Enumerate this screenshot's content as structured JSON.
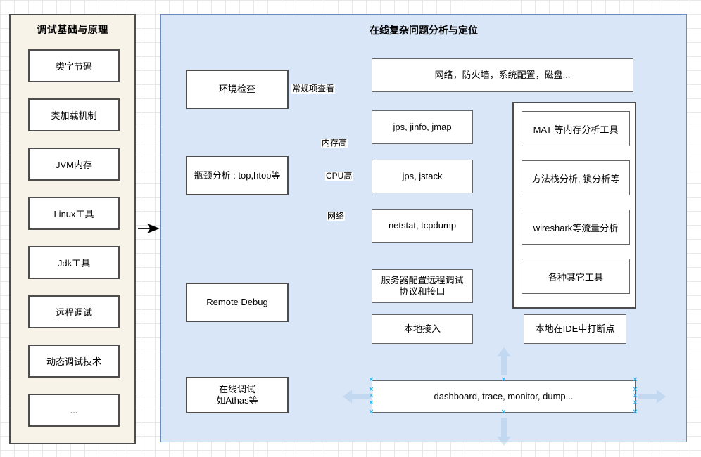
{
  "sidebar": {
    "title": "调试基础与原理",
    "items": [
      {
        "label": "类字节码"
      },
      {
        "label": "类加载机制"
      },
      {
        "label": "JVM内存"
      },
      {
        "label": "Linux工具"
      },
      {
        "label": "Jdk工具"
      },
      {
        "label": "远程调试"
      },
      {
        "label": "动态调试技术"
      },
      {
        "label": "..."
      }
    ]
  },
  "main": {
    "title": "在线复杂问题分析与定位",
    "nodes": {
      "env_check": "环境检查",
      "env_result": "网络，防火墙，系统配置，磁盘...",
      "bottleneck": "瓶颈分析 : top,htop等",
      "mem_tools": "jps, jinfo, jmap",
      "cpu_tools": "jps, jstack",
      "net_tools": "netstat, tcpdump",
      "remote_debug": "Remote Debug",
      "server_cfg": "服务器配置远程调试\n协议和接口",
      "local_attach": "本地接入",
      "ide_breakpoint": "本地在IDE中打断点",
      "online_debug": "在线调试\n如Athas等",
      "dashboard": "dashboard, trace, monitor, dump..."
    },
    "tools": [
      {
        "label": "MAT 等内存分析工具"
      },
      {
        "label": "方法栈分析, 锁分析等"
      },
      {
        "label": "wireshark等流量分析"
      },
      {
        "label": "各种其它工具"
      }
    ],
    "edge_labels": {
      "routine_check": "常规项查看",
      "memory_high": "内存高",
      "cpu_high": "CPU高",
      "network": "网络"
    }
  },
  "selection": {
    "target": "dashboard",
    "handle_color": "#29b6f6",
    "arrow_color": "#a8c8e8"
  },
  "colors": {
    "panel_fill": "#d9e6f7",
    "panel_border": "#6c8ebf",
    "sidebar_fill": "#f7f3e8",
    "node_border": "#4d4d4d",
    "grid": "#e8e8e8"
  }
}
